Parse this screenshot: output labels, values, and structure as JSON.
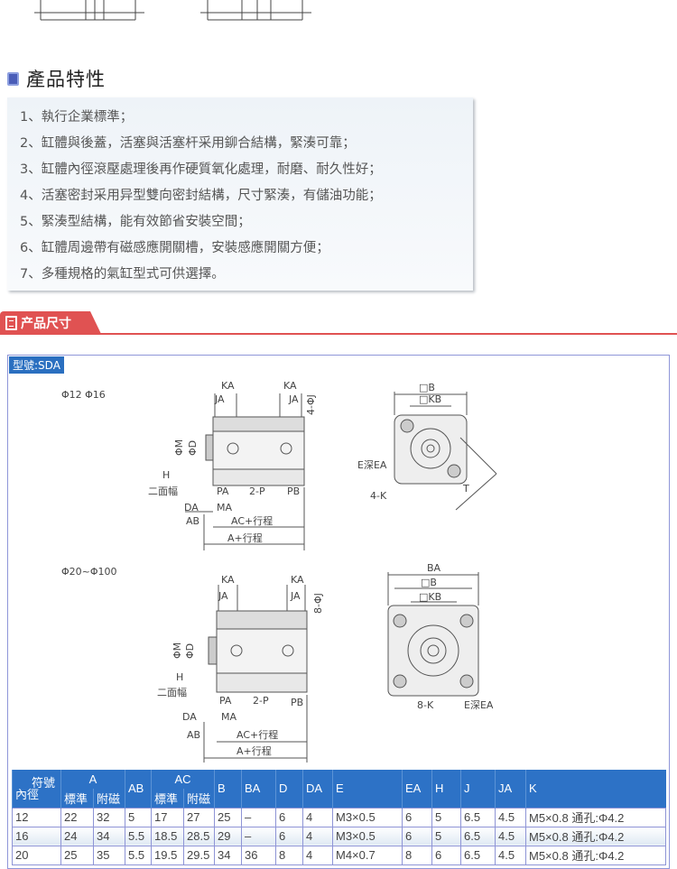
{
  "features": {
    "title": "產品特性",
    "items": [
      "1、執行企業標準；",
      "2、缸體與後蓋，活塞與活塞杆采用鉚合結構，緊湊可靠；",
      "3、缸體內徑滾壓處理後再作硬質氧化處理，耐磨、耐久性好；",
      "4、活塞密封采用异型雙向密封結構，尺寸緊湊，有儲油功能；",
      "5、緊湊型結構，能有效節省安裝空間；",
      "6、缸體周邊帶有磁感應開關槽，安裝感應開關方便；",
      "7、多種規格的氣缸型式可供選擇。"
    ]
  },
  "dimensions": {
    "title": "产品尺寸",
    "model": "型號:SDA",
    "drawing1": {
      "size": "Φ12 Φ16",
      "ka1": "KA",
      "ka2": "KA",
      "ja1": "JA",
      "ja2": "JA",
      "phij": "4-ΦJ",
      "phim": "ΦM",
      "phid": "ΦD",
      "h": "H",
      "flats": "二面幅",
      "pa": "PA",
      "p": "2-P",
      "pb": "PB",
      "da": "DA",
      "ma": "MA",
      "ab": "AB",
      "ac": "AC+行程",
      "a": "A+行程",
      "b": "□B",
      "kb": "□KB",
      "ea": "E深EA",
      "k": "4-K",
      "t": "T"
    },
    "drawing2": {
      "size": "Φ20~Φ100",
      "ka1": "KA",
      "ka2": "KA",
      "ja1": "JA",
      "ja2": "JA",
      "phij": "8-ΦJ",
      "phim": "ΦM",
      "phid": "ΦD",
      "h": "H",
      "flats": "二面幅",
      "pa": "PA",
      "p": "2-P",
      "pb": "PB",
      "da": "DA",
      "ma": "MA",
      "ab": "AB",
      "ac": "AC+行程",
      "a": "A+行程",
      "ba": "BA",
      "b": "□B",
      "kb": "□KB",
      "k": "8-K",
      "ea": "E深EA"
    }
  },
  "table": {
    "corner_top": "符號",
    "corner_bottom": "內徑",
    "headers": {
      "A": "A",
      "AB": "AB",
      "AC": "AC",
      "B": "B",
      "BA": "BA",
      "D": "D",
      "DA": "DA",
      "E": "E",
      "EA": "EA",
      "H": "H",
      "J": "J",
      "JA": "JA",
      "K": "K"
    },
    "sub": {
      "std": "標準",
      "mag": "附磁"
    },
    "rows": [
      [
        "12",
        "22",
        "32",
        "5",
        "17",
        "27",
        "25",
        "–",
        "6",
        "4",
        "M3×0.5",
        "6",
        "5",
        "6.5",
        "4.5",
        "M5×0.8 通孔:Φ4.2"
      ],
      [
        "16",
        "24",
        "34",
        "5.5",
        "18.5",
        "28.5",
        "29",
        "–",
        "6",
        "4",
        "M3×0.5",
        "6",
        "5",
        "6.5",
        "4.5",
        "M5×0.8 通孔:Φ4.2"
      ],
      [
        "20",
        "25",
        "35",
        "5.5",
        "19.5",
        "29.5",
        "34",
        "36",
        "8",
        "4",
        "M4×0.7",
        "8",
        "6",
        "6.5",
        "4.5",
        "M5×0.8 通孔:Φ4.2"
      ]
    ]
  }
}
